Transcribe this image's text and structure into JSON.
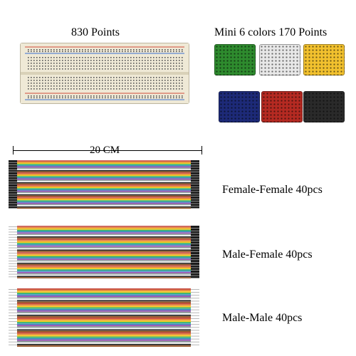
{
  "labels": {
    "big_board": "830 Points",
    "mini_boards": "Mini 6 colors 170 Points",
    "length": "20 CM",
    "female_female": "Female-Female 40pcs",
    "male_female": "Male-Female 40pcs",
    "male_male": "Male-Male 40pcs"
  },
  "mini_board_colors": [
    "#2e8b2e",
    "#e8e8e8",
    "#f2c12e",
    "#1d2a78",
    "#b52a22",
    "#2a2a2a"
  ],
  "wire_colors": [
    "#c0392b",
    "#e67e22",
    "#f1c40f",
    "#27ae60",
    "#2980b9",
    "#8e44ad",
    "#7f8c8d",
    "#ecf0f1",
    "#222222",
    "#8b4513"
  ]
}
